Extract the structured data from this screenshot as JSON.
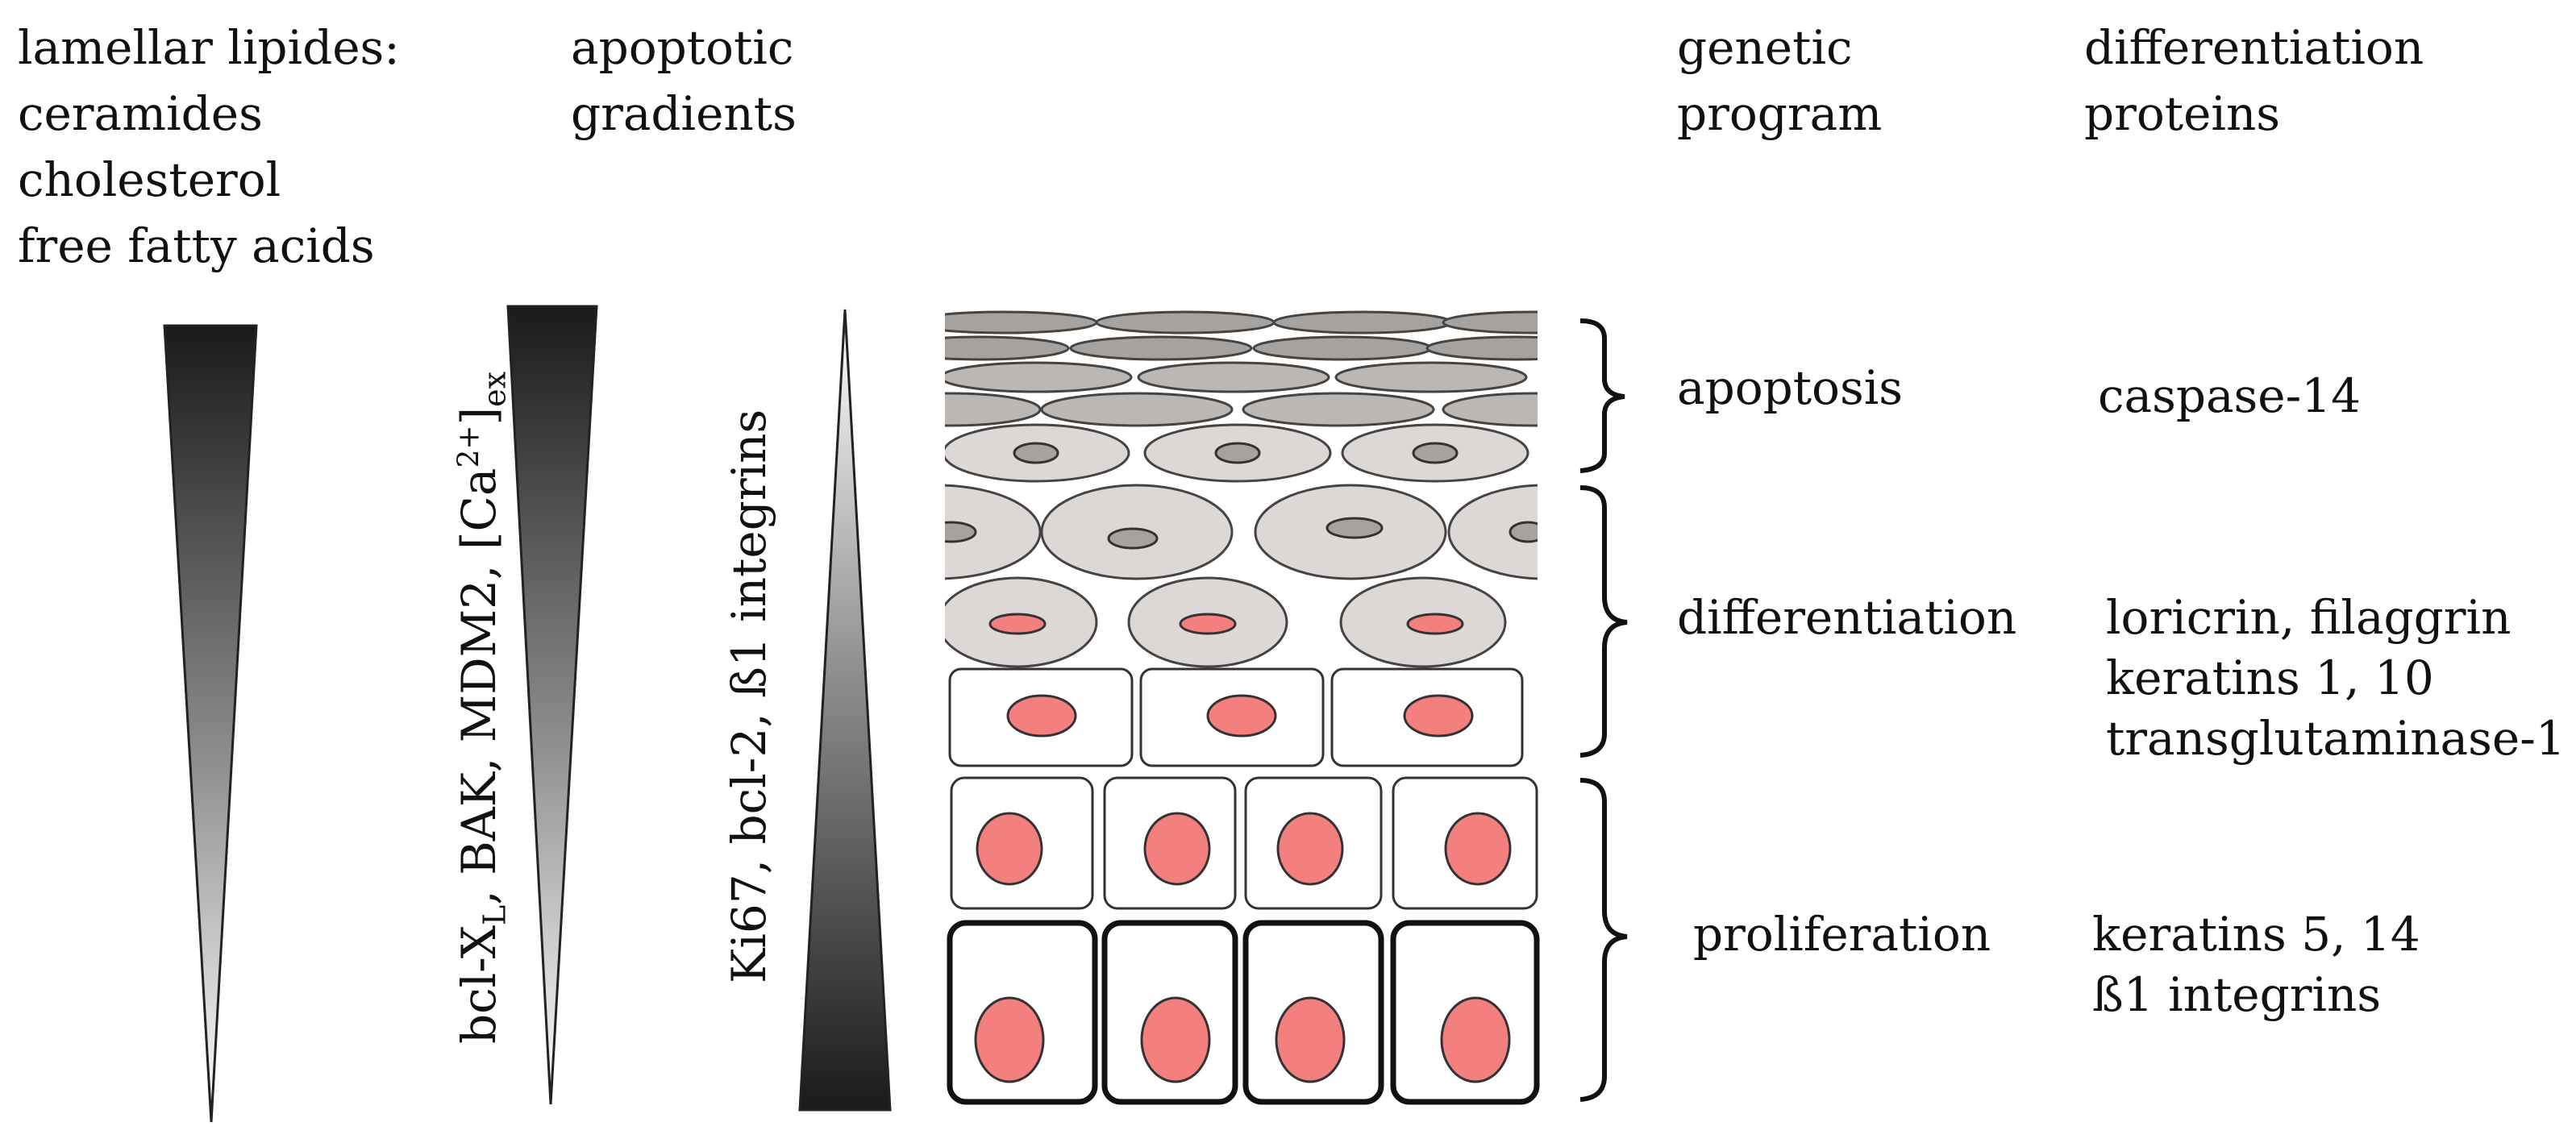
{
  "headers": {
    "lipids_title": "lamellar lipides:",
    "lipids_items": [
      "ceramides",
      "cholesterol",
      "free fatty acids"
    ],
    "apoptotic_line1": "apoptotic",
    "apoptotic_line2": "gradients",
    "genetic_line1": "genetic",
    "genetic_line2": "program",
    "diff_line1": "differentiation",
    "diff_line2": "proteins"
  },
  "gradient_labels": {
    "apoptotic_markers_main": "bcl-X",
    "apoptotic_markers_sub": "L",
    "apoptotic_markers_rest": ", BAK, MDM2, [Ca",
    "apoptotic_markers_sup": "2+",
    "apoptotic_markers_close": "]",
    "apoptotic_markers_sub2": "ex",
    "proliferation_markers": "Ki67, bcl-2, ß1 integrins"
  },
  "programs": {
    "apoptosis": "apoptosis",
    "differentiation": "differentiation",
    "proliferation": "proliferation"
  },
  "proteins": {
    "apoptosis": [
      "caspase-14"
    ],
    "differentiation": [
      "loricrin, filaggrin",
      "keratins 1, 10",
      "transglutaminase-1"
    ],
    "proliferation": [
      "keratins 5, 14",
      "ß1 integrins"
    ]
  },
  "colors": {
    "nucleus": "#f47f7f",
    "cell_fill": "#ddd8d5",
    "flat_cell_fill": "#a8a29f",
    "gradient_dark": "#1a1a1a",
    "gradient_light": "#ffffff"
  }
}
